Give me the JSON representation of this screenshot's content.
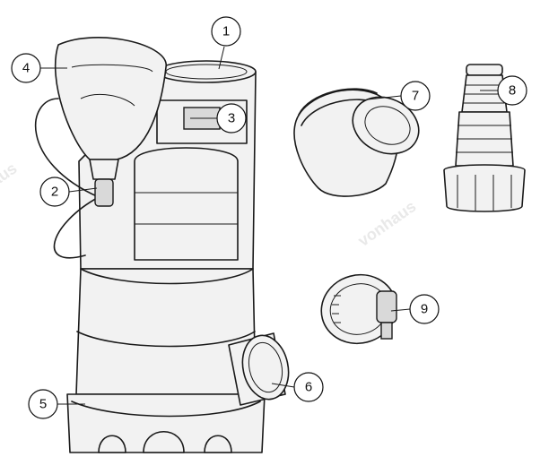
{
  "watermark": {
    "text": "vonhaus"
  },
  "callouts": [
    "1",
    "2",
    "3",
    "4",
    "5",
    "6",
    "7",
    "8",
    "9"
  ],
  "parts": {
    "pump_body": "pump-body",
    "float_switch": "float-switch",
    "hose_outlet": "outlet-port",
    "elbow_connector": "elbow-connector",
    "stepped_adapter": "stepped-hose-adapter",
    "hose_clamp": "hose-clamp"
  }
}
